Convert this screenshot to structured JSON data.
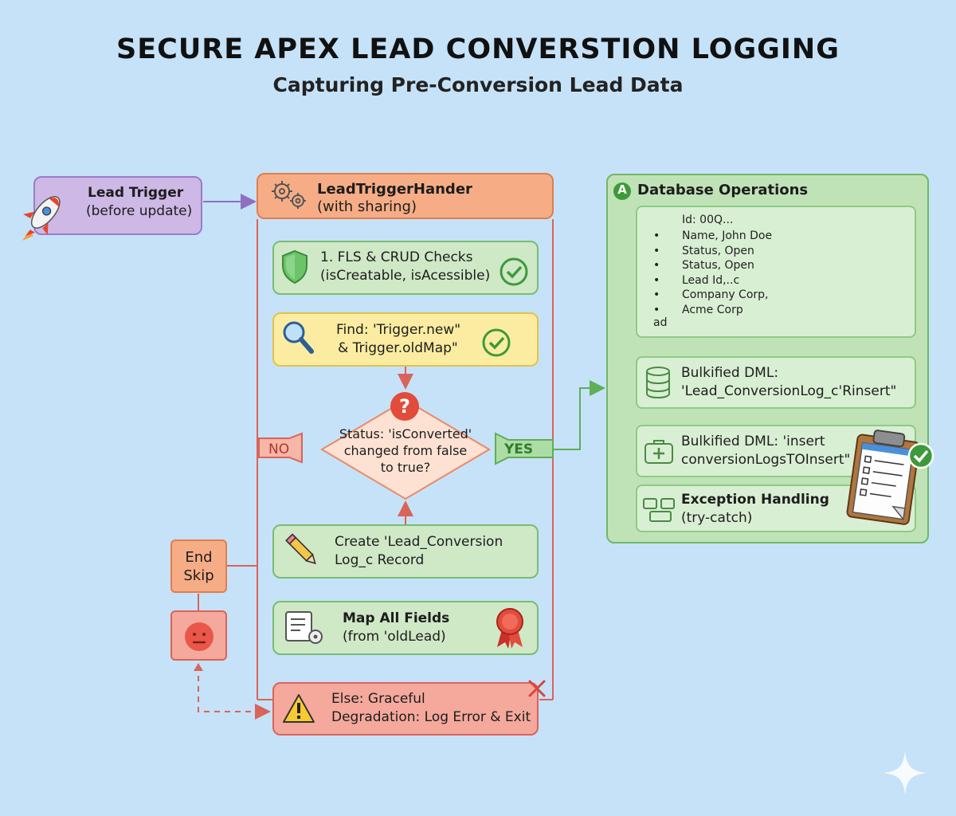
{
  "header": {
    "title": "SECURE APEX LEAD CONVERSTION LOGGING",
    "subtitle": "Capturing Pre-Conversion Lead Data"
  },
  "trigger": {
    "title": "Lead Trigger",
    "subtitle": "(before update)"
  },
  "handler": {
    "title": "LeadTriggerHander",
    "subtitle": "(with sharing)"
  },
  "steps": {
    "fls": {
      "line1": "1. FLS & CRUD Checks",
      "line2": "(isCreatable, isAcessible)"
    },
    "find": {
      "line1": "Find: 'Trigger.new\"",
      "line2": "& Trigger.oldMap\""
    },
    "decision": {
      "line1": "Status: 'isConverted'",
      "line2": "changed from false",
      "line3": "to true?",
      "no_label": "NO",
      "yes_label": "YES"
    },
    "create": {
      "line1": "Create 'Lead_Conversion",
      "line2": "Log_c Record"
    },
    "map": {
      "line1": "Map All Fields",
      "line2": "(from 'oldLead)"
    },
    "else": {
      "line1": "Else: Graceful",
      "line2": "Degradation: Log Error & Exit"
    }
  },
  "end": {
    "line1": "End",
    "line2": "Skip"
  },
  "database": {
    "badge": "A",
    "title": "Database Operations",
    "record_id": "Id: 00Q...",
    "fields": [
      "Name, John Doe",
      "Status, Open",
      "Status, Open",
      "Lead Id,..c",
      "Company Corp,",
      "Acme Corp"
    ],
    "record_tail": "ad",
    "dml1": {
      "line1": "Bulkified DML:",
      "line2": "'Lead_ConversionLog_c'Rinsert\""
    },
    "dml2": {
      "line1": "Bulkified DML: 'insert",
      "line2": "conversionLogsTOInsert\""
    },
    "exception": {
      "line1": "Exception Handling",
      "line2": "(try-catch)"
    }
  },
  "colors": {
    "background": "#c6e2f8",
    "green": "#cfe8c6",
    "yellow": "#fbeca1",
    "orange": "#f6ad86",
    "red": "#f4a99c",
    "purple": "#cdb8e6",
    "connector_red": "#d9645a"
  },
  "icons": [
    "rocket-icon",
    "gears-icon",
    "shield-icon",
    "check-icon",
    "magnifier-icon",
    "question-icon",
    "pencil-icon",
    "form-gear-icon",
    "ribbon-icon",
    "warning-icon",
    "close-icon",
    "sad-face-icon",
    "database-icon",
    "medkit-icon",
    "clipboard-icon",
    "sparkle-icon"
  ]
}
